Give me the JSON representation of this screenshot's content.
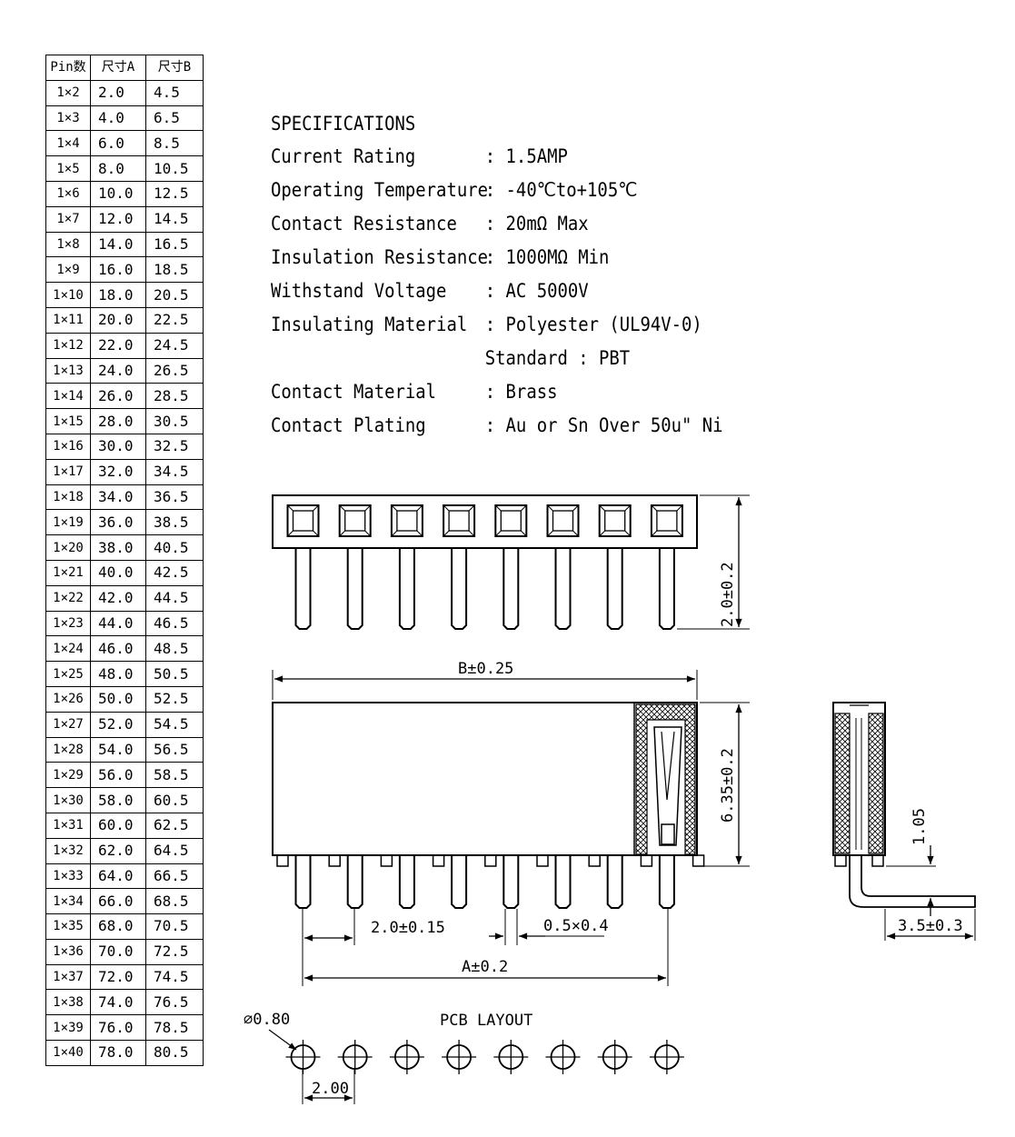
{
  "table": {
    "headers": [
      "Pin数",
      "尺寸A",
      "尺寸B"
    ],
    "rows": [
      [
        "1×2",
        "2.0",
        "4.5"
      ],
      [
        "1×3",
        "4.0",
        "6.5"
      ],
      [
        "1×4",
        "6.0",
        "8.5"
      ],
      [
        "1×5",
        "8.0",
        "10.5"
      ],
      [
        "1×6",
        "10.0",
        "12.5"
      ],
      [
        "1×7",
        "12.0",
        "14.5"
      ],
      [
        "1×8",
        "14.0",
        "16.5"
      ],
      [
        "1×9",
        "16.0",
        "18.5"
      ],
      [
        "1×10",
        "18.0",
        "20.5"
      ],
      [
        "1×11",
        "20.0",
        "22.5"
      ],
      [
        "1×12",
        "22.0",
        "24.5"
      ],
      [
        "1×13",
        "24.0",
        "26.5"
      ],
      [
        "1×14",
        "26.0",
        "28.5"
      ],
      [
        "1×15",
        "28.0",
        "30.5"
      ],
      [
        "1×16",
        "30.0",
        "32.5"
      ],
      [
        "1×17",
        "32.0",
        "34.5"
      ],
      [
        "1×18",
        "34.0",
        "36.5"
      ],
      [
        "1×19",
        "36.0",
        "38.5"
      ],
      [
        "1×20",
        "38.0",
        "40.5"
      ],
      [
        "1×21",
        "40.0",
        "42.5"
      ],
      [
        "1×22",
        "42.0",
        "44.5"
      ],
      [
        "1×23",
        "44.0",
        "46.5"
      ],
      [
        "1×24",
        "46.0",
        "48.5"
      ],
      [
        "1×25",
        "48.0",
        "50.5"
      ],
      [
        "1×26",
        "50.0",
        "52.5"
      ],
      [
        "1×27",
        "52.0",
        "54.5"
      ],
      [
        "1×28",
        "54.0",
        "56.5"
      ],
      [
        "1×29",
        "56.0",
        "58.5"
      ],
      [
        "1×30",
        "58.0",
        "60.5"
      ],
      [
        "1×31",
        "60.0",
        "62.5"
      ],
      [
        "1×32",
        "62.0",
        "64.5"
      ],
      [
        "1×33",
        "64.0",
        "66.5"
      ],
      [
        "1×34",
        "66.0",
        "68.5"
      ],
      [
        "1×35",
        "68.0",
        "70.5"
      ],
      [
        "1×36",
        "70.0",
        "72.5"
      ],
      [
        "1×37",
        "72.0",
        "74.5"
      ],
      [
        "1×38",
        "74.0",
        "76.5"
      ],
      [
        "1×39",
        "76.0",
        "78.5"
      ],
      [
        "1×40",
        "78.0",
        "80.5"
      ]
    ]
  },
  "specs": {
    "title": "SPECIFICATIONS",
    "current_label": "Current Rating",
    "current_value": ": 1.5AMP",
    "temp_label": "Operating Temperature",
    "temp_value": ": -40℃to+105℃",
    "contact_res_label": "Contact Resistance",
    "contact_res_value": ": 20mΩ Max",
    "insul_res_label": "Insulation Resistance",
    "insul_res_value": ": 1000MΩ Min",
    "voltage_label": "Withstand Voltage",
    "voltage_value": ": AC 5000V",
    "insul_mat_label": "Insulating Material",
    "insul_mat_value": ": Polyester (UL94V-0)",
    "standard_value": "Standard : PBT",
    "contact_mat_label": "Contact Material",
    "contact_mat_value": ": Brass",
    "plating_label": "Contact Plating",
    "plating_value": ": Au or Sn Over 50u\" Ni"
  },
  "dims": {
    "top_height": "2.0±0.2",
    "width_b": "B±0.25",
    "height_side": "6.35±0.2",
    "pitch": "2.0±0.15",
    "pin_size": "0.5×0.4",
    "width_a": "A±0.2",
    "side_offset": "1.05",
    "side_length": "3.5±0.3",
    "pcb_title": "PCB LAYOUT",
    "hole_dia": "⌀0.80",
    "pcb_pitch": "2.00"
  }
}
